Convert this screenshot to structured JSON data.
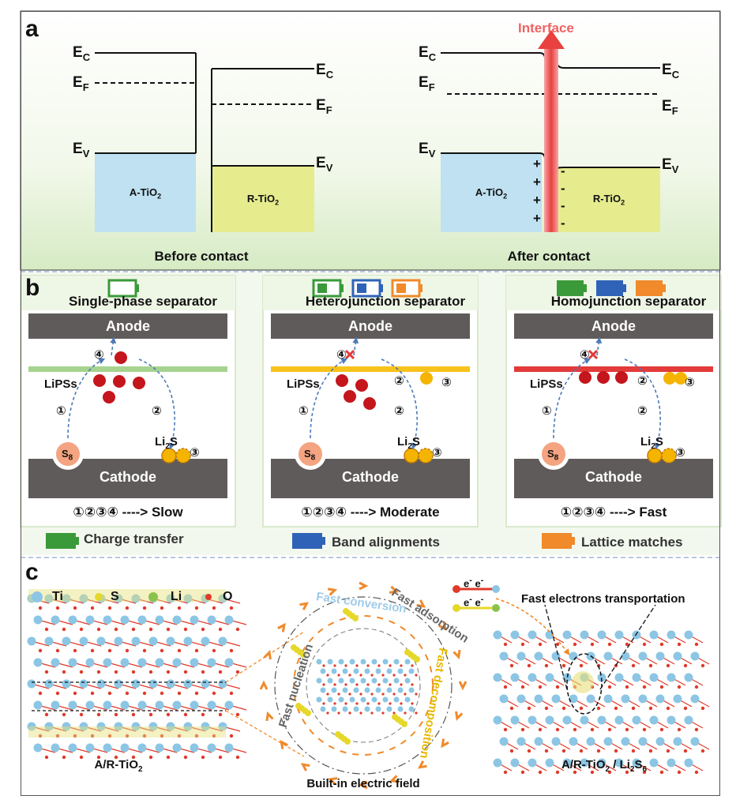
{
  "panel_a": {
    "label": "a",
    "interface": "Interface",
    "left": {
      "ec": "E",
      "ec_sub": "C",
      "ef": "E",
      "ef_sub": "F",
      "ev": "E",
      "ev_sub": "V",
      "box_a": "A-TiO",
      "box_a_sub": "2",
      "box_r": "R-TiO",
      "box_r_sub": "2",
      "caption": "Before contact"
    },
    "right": {
      "caption": "After contact",
      "plus": "+",
      "minus": "-"
    }
  },
  "panel_b": {
    "label": "b",
    "columns": [
      {
        "title": "Single-phase  separator",
        "anode": "Anode",
        "cathode": "Cathode",
        "lipss": "LiPSs",
        "li2s": "Li",
        "li2s_sub": "2",
        "li2s_end": "S",
        "s8": "S",
        "s8_sub": "8",
        "steps": "①②③④",
        "arrow": "---->",
        "speed": "Slow",
        "c1": "①",
        "c2": "②",
        "c3": "③",
        "c4": "④"
      },
      {
        "title": "Heterojunction separator",
        "anode": "Anode",
        "cathode": "Cathode",
        "lipss": "LiPSs",
        "li2s": "Li",
        "li2s_sub": "2",
        "li2s_end": "S",
        "s8": "S",
        "s8_sub": "8",
        "steps": "①②③④",
        "arrow": "---->",
        "speed": "Moderate",
        "c1": "①",
        "c2": "②",
        "c3": "③",
        "c4": "④"
      },
      {
        "title": "Homojunction separator",
        "anode": "Anode",
        "cathode": "Cathode",
        "lipss": "LiPSs",
        "li2s": "Li",
        "li2s_sub": "2",
        "li2s_end": "S",
        "s8": "S",
        "s8_sub": "8",
        "steps": "①②③④",
        "arrow": "---->",
        "speed": "Fast",
        "c1": "①",
        "c2": "②",
        "c3": "③",
        "c4": "④"
      }
    ],
    "legend": {
      "charge": "Charge transfer",
      "band": "Band alignments",
      "lattice": "Lattice matches"
    },
    "colors": {
      "green": "#3a9a3a",
      "blue": "#2f63b8",
      "orange": "#f08a2a",
      "polysulfide": "#c4161c",
      "li2s": "#f5b400",
      "electrode": "#5f5b5a"
    }
  },
  "panel_c": {
    "label": "c",
    "elements": {
      "ti": "Ti",
      "s": "S",
      "li": "Li",
      "o": "O"
    },
    "left_caption": "A/R-TiO",
    "left_caption_sub": "2",
    "center_caption": "Built-in electric field",
    "fast_conversion": "Fast conversion",
    "fast_adsorption": "Fast adsorption",
    "fast_nucleation": "Fast nucleation",
    "fast_decomposition": "Fast decomposition",
    "electron": "e",
    "electron_sup": "-",
    "fast_electrons": "Fast electrons transportation",
    "right_caption": "A/R-TiO",
    "right_caption_sub": "2",
    "right_caption_mid": " / Li",
    "right_caption_sub2": "2",
    "right_caption_end": "S",
    "right_caption_sub3": "6"
  }
}
